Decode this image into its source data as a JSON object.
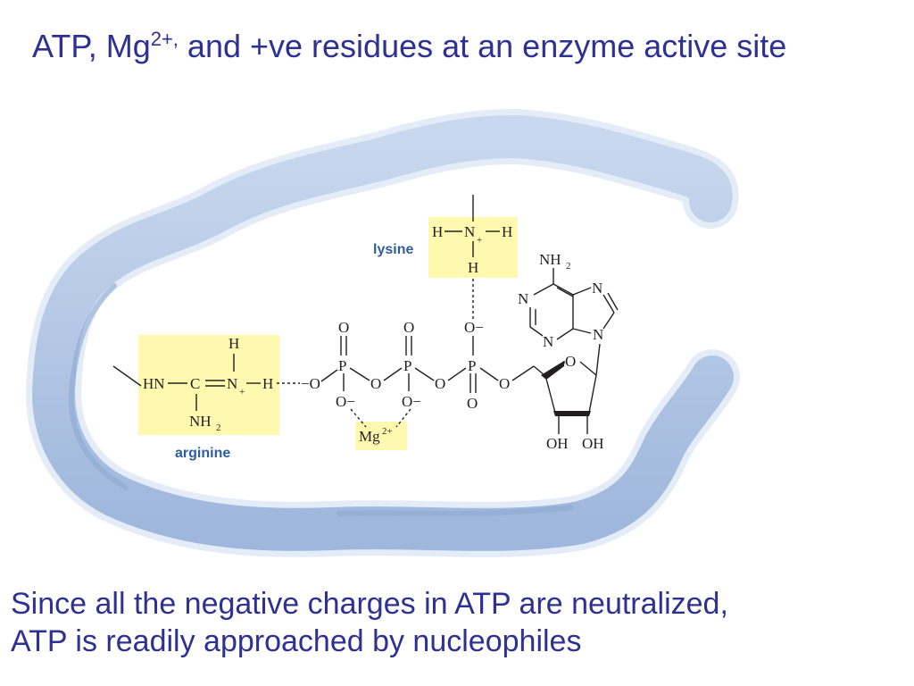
{
  "title": {
    "prefix": "ATP, Mg",
    "superscript": "2+,",
    "suffix": " and +ve residues at an enzyme active site"
  },
  "diagram": {
    "lysine_label": "lysine",
    "arginine_label": "arginine",
    "lysine_group": {
      "h_left": "H",
      "n": "N",
      "plus": "+",
      "h_right": "H",
      "h_bottom": "H"
    },
    "arginine_group": {
      "h_top": "H",
      "hn": "HN",
      "c": "C",
      "n": "N",
      "plus": "+",
      "h_right": "H",
      "nh": "NH",
      "nh_sub": "2"
    },
    "mg": {
      "symbol": "Mg",
      "charge": "2+"
    },
    "phosphate": {
      "o_top_1": "O",
      "o_top_2": "O",
      "o_top_3": "O−",
      "p1": "P",
      "p2": "P",
      "p3": "P",
      "o_bridge_1": "O",
      "o_bridge_2": "O",
      "o_bridge_3": "O",
      "o_bottom_1": "O−",
      "o_bottom_2": "O−",
      "o_bottom_3": "O",
      "o_left": "−O"
    },
    "adenine": {
      "nh": "NH",
      "nh_sub": "2",
      "n1": "N",
      "n3": "N",
      "n7": "N",
      "n9": "N"
    },
    "ribose": {
      "ring_o": "O",
      "oh_left": "OH",
      "oh_right": "OH"
    },
    "colors": {
      "highlight": "#fff9b0",
      "protein": "#aec3e2",
      "text": "#2e3192"
    }
  },
  "caption": {
    "line1": "Since all the negative charges in ATP are neutralized,",
    "line2": "ATP is readily approached by nucleophiles"
  }
}
